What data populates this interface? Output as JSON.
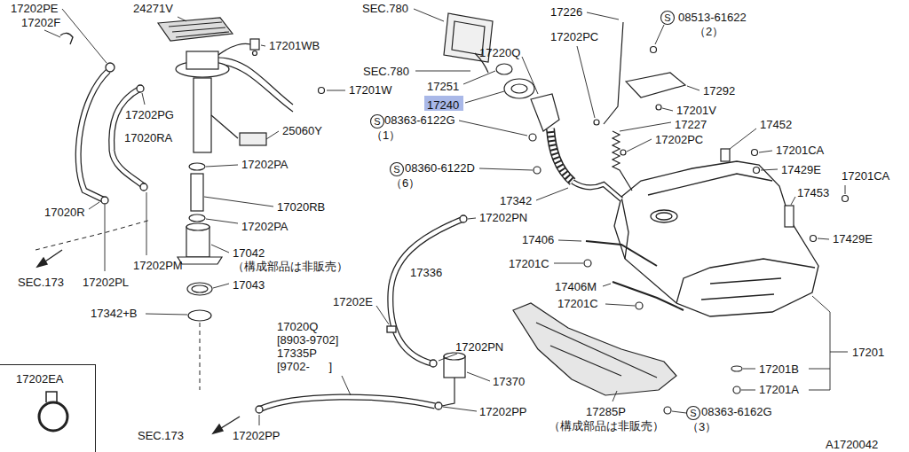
{
  "diagram": {
    "nodes": [
      {
        "text": [
          "17240"
        ]
      },
      {
        "text": [
          "17202EA"
        ]
      }
    ],
    "labels": [
      "17202PE",
      "17202F",
      "24271V",
      "17201WB",
      "SEC.780",
      "SEC.780",
      "17226",
      "S",
      "08513-61622",
      "（2）",
      "17202PC",
      "17220Q",
      "17251",
      "17292",
      "17201W",
      "17202PG",
      "S",
      "08363-6122G",
      "（1）",
      "17201V",
      "17227",
      "17202PC",
      "17452",
      "17020RA",
      "25060Y",
      "17201CA",
      "S",
      "08360-6122D",
      "（6）",
      "17429E",
      "17202PA",
      "17201CA",
      "17453",
      "17342",
      "17020RB",
      "17020R",
      "17202PN",
      "17202PA",
      "17429E",
      "17406",
      "17042",
      "（構成部品は非販売）",
      "17201C",
      "SEC.173",
      "17202PL",
      "17202PM",
      "17336",
      "17043",
      "17406M",
      "17201C",
      "17342+B",
      "17202E",
      "17020Q",
      "[8903-9702]",
      "17335P",
      "[9702-      ]",
      "17202PN",
      "17201",
      "17370",
      "17201B",
      "17201A",
      "17202PP",
      "17285P",
      "（構成部品は非販売）",
      "S",
      "08363-6162G",
      "（3）",
      "SEC.173",
      "17202PP",
      "A1720042"
    ]
  }
}
